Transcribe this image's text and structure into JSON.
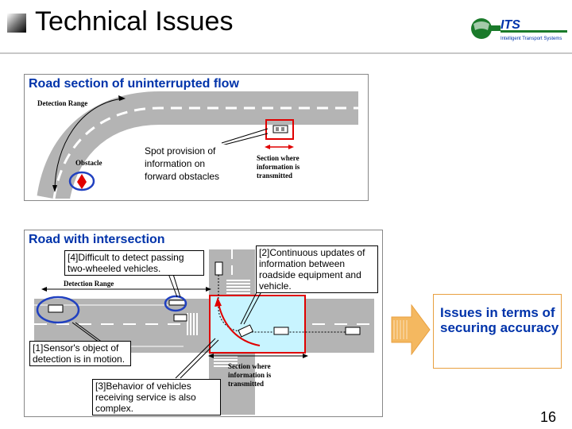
{
  "header": {
    "title": "Technical Issues",
    "logo_text": "ITS",
    "logo_subtext": "Intelligent Transport Systems"
  },
  "panel1": {
    "title": "Road section of uninterrupted flow",
    "detection_range": "Detection Range",
    "obstacle": "Obstacle",
    "spot_provision": "Spot provision of information on forward obstacles",
    "section_transmitted": "Section where information is transmitted"
  },
  "panel2": {
    "title": "Road with intersection",
    "detection_range": "Detection Range",
    "callout_4": "[4]Difficult to detect passing two-wheeled vehicles.",
    "callout_2": "[2]Continuous updates of information between roadside equipment and vehicle.",
    "callout_1": "[1]Sensor's object of detection is in motion.",
    "callout_3": "[3]Behavior of vehicles receiving service is also complex.",
    "section_transmitted": "Section where information is transmitted"
  },
  "issues": {
    "text": "Issues in terms of securing accuracy"
  },
  "page_number": "16",
  "colors": {
    "title_blue": "#0033aa",
    "road_gray": "#b4b4b4",
    "highlight_red": "#e00000",
    "ellipse_blue": "#2040c0",
    "arrow_orange": "#f4b860",
    "zone_cyan": "#c8f4ff"
  }
}
